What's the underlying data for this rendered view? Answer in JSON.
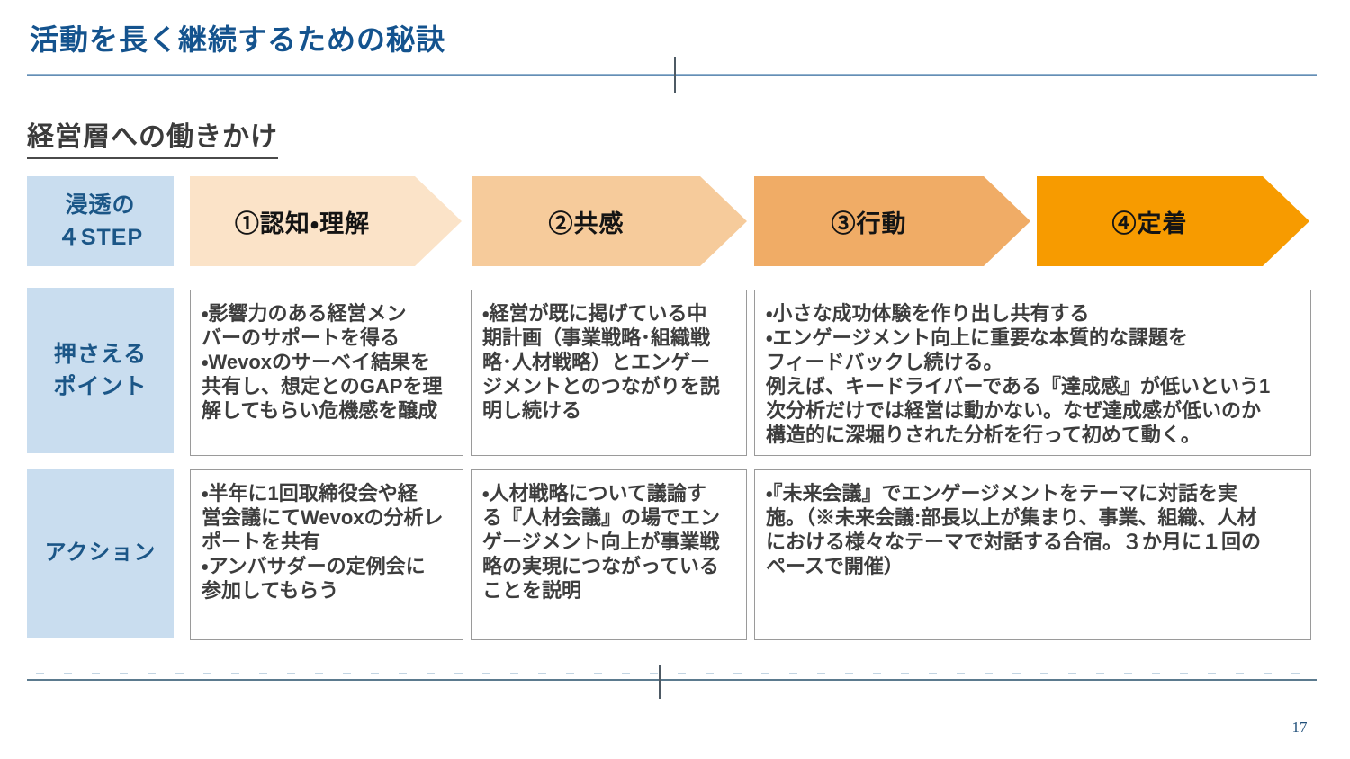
{
  "slide": {
    "title": "活動を長く継続するための秘訣",
    "section_heading": "経営層への働きかけ",
    "page_number": "17"
  },
  "colors": {
    "title_text": "#14538e",
    "label_bg": "#c9ddef",
    "label_text": "#1b5687",
    "body_text": "#3d3d3d",
    "header_rule": "#4f7ca9",
    "footer_rule": "#5b7a8e",
    "step_colors": [
      "#fbe3c8",
      "#f6cb9b",
      "#f0ac66",
      "#f79b00"
    ]
  },
  "matrix": {
    "corner_label": "浸透の\n４STEP",
    "row_labels": [
      "押さえる\nポイント",
      "アクション"
    ],
    "steps": [
      {
        "label": "①認知・理解",
        "color": "#fbe3c8"
      },
      {
        "label": "②共感",
        "color": "#f6cb9b"
      },
      {
        "label": "③行動",
        "color": "#f0ac66"
      },
      {
        "label": "④定着",
        "color": "#f79b00"
      }
    ],
    "points": [
      "・影響力のある経営メン\nバーのサポートを得る\n・Wevoxのサーベイ結果を\n共有し、想定とのGAPを理\n解してもらい危機感を醸成",
      "・経営が既に掲げている中\n期計画（事業戦略･組織戦\n略･人材戦略）とエンゲー\nジメントとのつながりを説\n明し続ける",
      "・小さな成功体験を作り出し共有する\n・エンゲージメント向上に重要な本質的な課題を\nフィードバックし続ける。\n例えば、キードライバーである『達成感』が低いという1\n次分析だけでは経営は動かない。なぜ達成感が低いのか\n構造的に深堀りされた分析を行って初めて動く。",
      "・半年に1回取締役会や経\n営会議にてWevoxの分析レ\nポートを共有\n・アンバサダーの定例会に\n参加してもらう",
      "・人材戦略について議論す\nる『人材会議』の場でエン\nゲージメント向上が事業戦\n略の実現につながっている\nことを説明",
      "・『未来会議』でエンゲージメントをテーマに対話を実\n施。（※未来会議:部長以上が集まり、事業、組織、人材\nにおける様々なテーマで対話する合宿。３か月に１回の\nペースで開催）"
    ]
  }
}
